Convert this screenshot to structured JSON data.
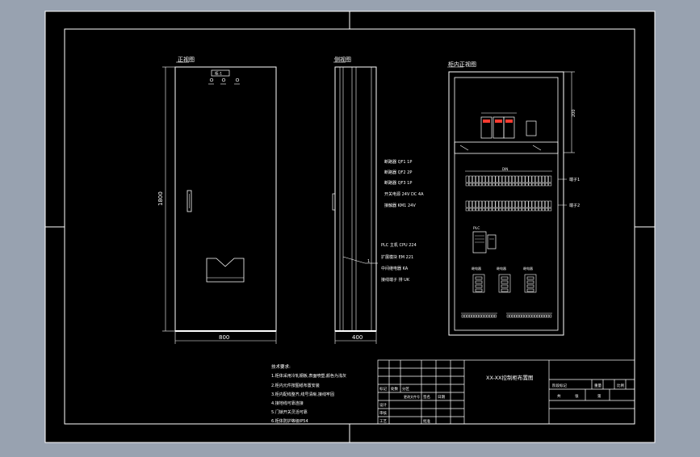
{
  "colors": {
    "background": "#98a2b0",
    "sheet": "#000000",
    "line": "#ffffff",
    "accent_red": "#ff3b30"
  },
  "front_view": {
    "label": "正视图",
    "width_dim": "800",
    "height_dim": "1800",
    "panel_tag": "柜-1"
  },
  "side_view": {
    "label": "侧视图",
    "depth_dim": "400"
  },
  "interior_view": {
    "label": "柜内正视图",
    "right_dim": "200",
    "rail_label": "DIN",
    "terminal_labels": [
      "端子1",
      "端子2"
    ],
    "plc_label": "PLC",
    "module_labels": [
      "继电器",
      "继电器",
      "继电器"
    ]
  },
  "callouts_upper": [
    "断路器 QF1 1P",
    "断路器 QF2 2P",
    "断路器 QF3 1P",
    "开关电源 24V DC 4A",
    "接触器 KM1 24V"
  ],
  "callouts_lower": [
    "PLC 主机 CPU 224",
    "扩展模块 EM 221",
    "中间继电器 KA",
    "接线端子 排 UK"
  ],
  "callout_marker": "1",
  "notes": {
    "title": "技术要求:",
    "lines": [
      "1.柜体采用冷轧钢板,表面喷塑,颜色为浅灰",
      "2.柜内元件按图纸布置安装",
      "3.柜内配线整齐,线号清晰,接线牢固",
      "4.接地线可靠连接",
      "5.门锁开关灵活可靠",
      "6.柜体防护等级IP54"
    ]
  },
  "title_block": {
    "drawing_title": "XX-XX控制柜布置图",
    "cells": [
      "标记",
      "处数",
      "分区",
      "更改文件号",
      "签名",
      "日期",
      "设计",
      "审核",
      "工艺",
      "批准",
      "阶段标记",
      "重量",
      "比例",
      "共",
      "张",
      "第"
    ]
  }
}
